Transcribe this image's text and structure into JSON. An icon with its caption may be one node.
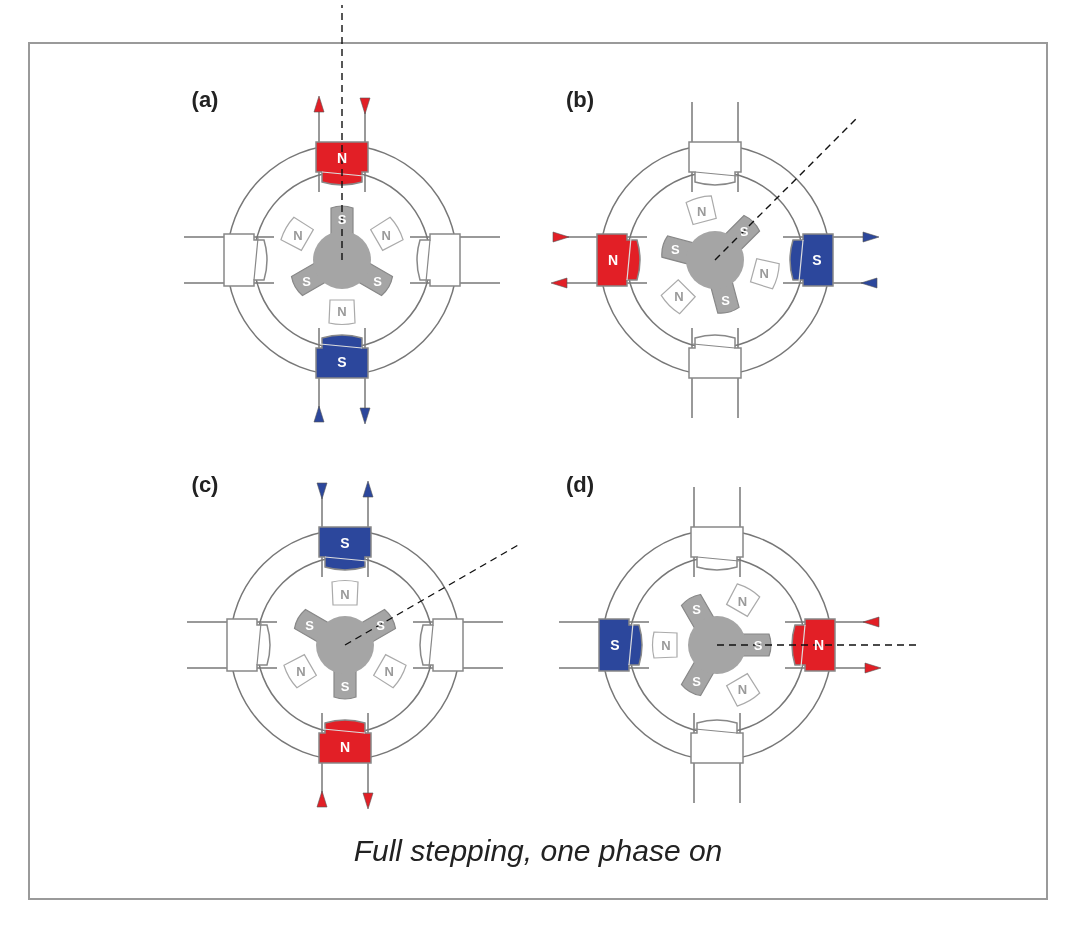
{
  "diagram": {
    "caption": "Full stepping, one phase on",
    "labels": [
      "(a)",
      "N",
      "S",
      "N",
      "N",
      "S",
      "S",
      "N",
      "S",
      "(b)",
      "N",
      "N",
      "S",
      "S",
      "N",
      "N",
      "S",
      "S",
      "(c)",
      "S",
      "N",
      "S",
      "S",
      "N",
      "N",
      "S",
      "N",
      "(d)",
      "S",
      "S",
      "N",
      "N",
      "S",
      "S",
      "N",
      "N"
    ]
  }
}
